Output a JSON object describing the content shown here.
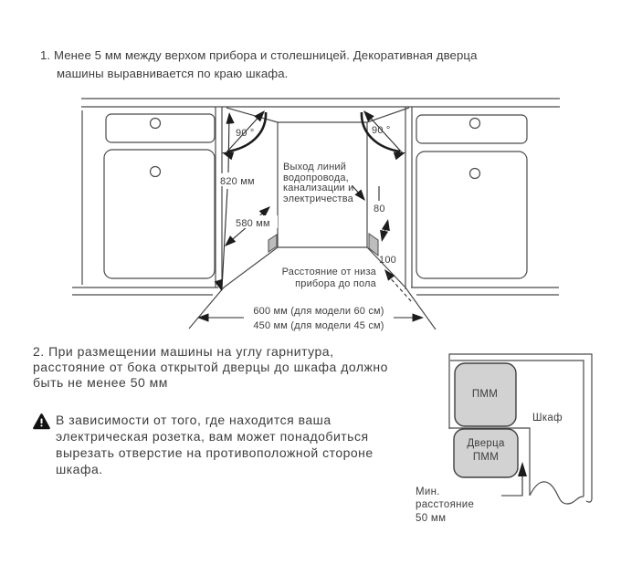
{
  "palette": {
    "background": "#ffffff",
    "text": "#3d3d3d",
    "line": "#4a4a4a",
    "arrow": "#1c1c1c",
    "block_fill": "#d2d2d2",
    "panel_fill": "#bdbdbd"
  },
  "item1": {
    "lines": [
      "1. Менее 5 мм между верхом прибора и столешницей. Декоративная дверца",
      "машины выравнивается по краю шкафа."
    ]
  },
  "item2": {
    "lines": [
      "2. При размещении машины на углу гарнитура,",
      "расстояние от бока открытой дверцы до шкафа должно",
      "быть не менее 50 мм"
    ]
  },
  "warning": {
    "icon": "warning-triangle",
    "lines": [
      "В зависимости от того, где находится ваша",
      "электрическая розетка, вам может понадобиться",
      "вырезать отверстие на противоположной стороне",
      "шкафа."
    ]
  },
  "diagram1": {
    "angle_left": "90 °",
    "angle_right": "90 °",
    "dim_height": "820 мм",
    "dim_depth": "580 мм",
    "utilities_lines": [
      "Выход линий",
      "водопровода,",
      "канализации и",
      "электричества"
    ],
    "dim_outlet": "80",
    "dim_bottom": "100",
    "floor_label_lines": [
      "Расстояние от низа",
      "прибора до пола"
    ],
    "width_60": "600 мм (для модели 60 см)",
    "width_45": "450 мм (для модели 45 см)"
  },
  "diagram2": {
    "dishwasher_label": "ПММ",
    "door_label_lines": [
      "Дверца",
      "ПММ"
    ],
    "cabinet_label": "Шкаф",
    "min_distance_lines": [
      "Мин.",
      "расстояние",
      "50 мм"
    ]
  }
}
